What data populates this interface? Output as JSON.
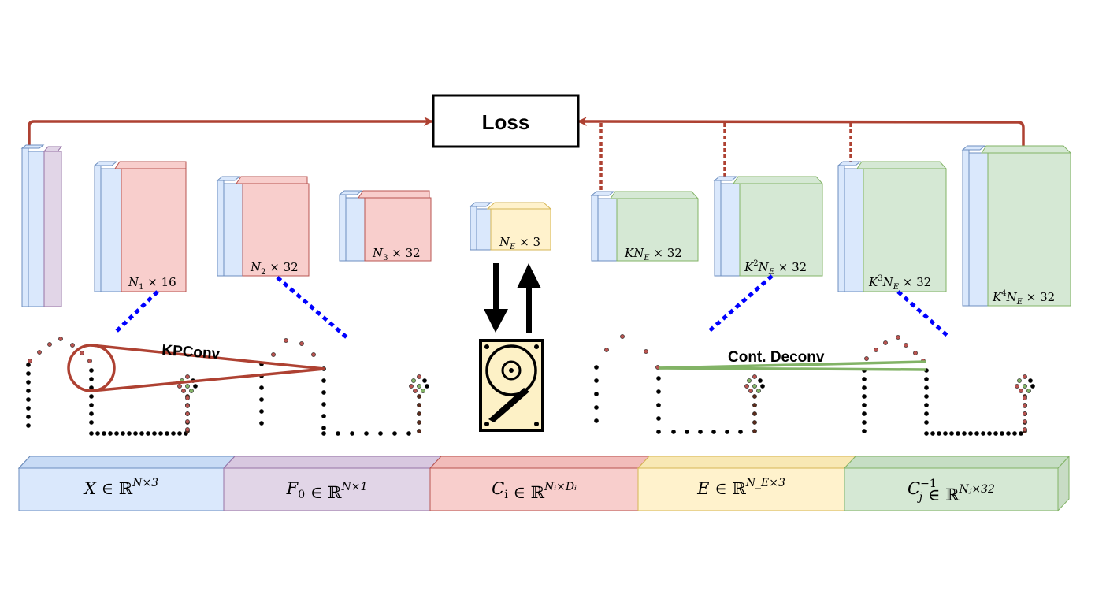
{
  "loss_label": "Loss",
  "encoder_blocks": [
    {
      "label_base": "",
      "label_sub": "",
      "label_sup": "",
      "label_tail": ""
    },
    {
      "label_base": "N",
      "label_sub": "1",
      "label_sup": "",
      "label_tail": " × 16"
    },
    {
      "label_base": "N",
      "label_sub": "2",
      "label_sup": "",
      "label_tail": " × 32"
    },
    {
      "label_base": "N",
      "label_sub": "3",
      "label_sup": "",
      "label_tail": " × 32"
    }
  ],
  "latent_block": {
    "label_base": "N",
    "label_sub": "E",
    "label_sup": "",
    "label_tail": " × 3"
  },
  "decoder_blocks": [
    {
      "label_pre": "KN",
      "label_sup": "",
      "label_sub": "E",
      "label_tail": " × 32"
    },
    {
      "label_pre": "K",
      "label_sup": "2",
      "label_mid": "N",
      "label_sub": "E",
      "label_tail": " × 32"
    },
    {
      "label_pre": "K",
      "label_sup": "3",
      "label_mid": "N",
      "label_sub": "E",
      "label_tail": " × 32"
    },
    {
      "label_pre": "K",
      "label_sup": "4",
      "label_mid": "N",
      "label_sub": "E",
      "label_tail": " × 32"
    }
  ],
  "kpconv_label": "KPConv",
  "deconv_label": "Cont. Deconv",
  "legend": [
    {
      "lhs": "X",
      "lhs_sub": "",
      "lhs_sup": "",
      "set": "ℝ",
      "exp": "N×3",
      "color": "#dae8fc",
      "stroke": "#6c8ebf"
    },
    {
      "lhs": "F",
      "lhs_sub": "0",
      "lhs_sup": "",
      "set": "ℝ",
      "exp": "N×1",
      "color": "#e1d5e7",
      "stroke": "#9673a6"
    },
    {
      "lhs": "C",
      "lhs_sub": "i",
      "lhs_sup": "",
      "set": "ℝ",
      "exp": "Nᵢ×Dᵢ",
      "color": "#f8cecc",
      "stroke": "#b85450"
    },
    {
      "lhs": "E",
      "lhs_sub": "",
      "lhs_sup": "",
      "set": "ℝ",
      "exp": "N_E×3",
      "color": "#fff2cc",
      "stroke": "#d6b656"
    },
    {
      "lhs": "C",
      "lhs_sub": "j",
      "lhs_sup": "−1",
      "set": "ℝ",
      "exp": "Nⱼ×32",
      "color": "#d5e8d4",
      "stroke": "#82b366"
    }
  ],
  "colors": {
    "blue_fill": "#dae8fc",
    "blue_stroke": "#6c8ebf",
    "purple_fill": "#e1d5e7",
    "purple_stroke": "#9673a6",
    "red_fill": "#f8cecc",
    "red_stroke": "#b85450",
    "yellow_fill": "#fff2cc",
    "yellow_stroke": "#d6b656",
    "green_fill": "#d5e8d4",
    "green_stroke": "#82b366",
    "loss_arrow": "#ae4132",
    "dotted_blue": "#0000ff",
    "disk_fill": "#fdf1c6"
  },
  "icons": [
    "hard-disk-icon",
    "down-arrow-icon",
    "up-arrow-icon"
  ]
}
